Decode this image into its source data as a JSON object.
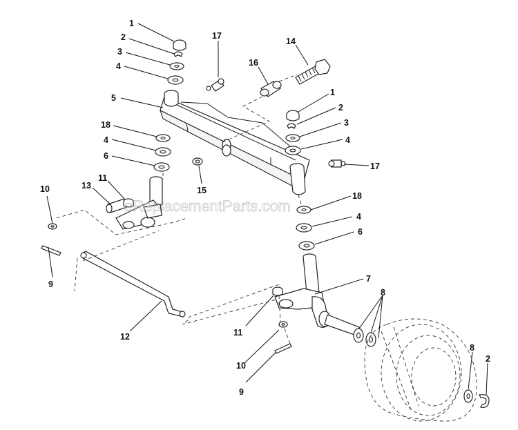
{
  "watermark": "eReplacementParts.com",
  "callouts": {
    "c1a": "1",
    "c2a": "2",
    "c3a": "3",
    "c4a": "4",
    "c5": "5",
    "c17a": "17",
    "c14": "14",
    "c16": "16",
    "c1b": "1",
    "c2b": "2",
    "c3b": "3",
    "c4b": "4",
    "c17b": "17",
    "c18a": "18",
    "c4c": "4",
    "c6a": "6",
    "c15": "15",
    "c10a": "10",
    "c11a": "11",
    "c13": "13",
    "c9a": "9",
    "c18b": "18",
    "c4d": "4",
    "c6b": "6",
    "c7": "7",
    "c8a": "8",
    "c12": "12",
    "c11b": "11",
    "c10b": "10",
    "c9b": "9",
    "c8b": "8",
    "c2c": "2"
  }
}
